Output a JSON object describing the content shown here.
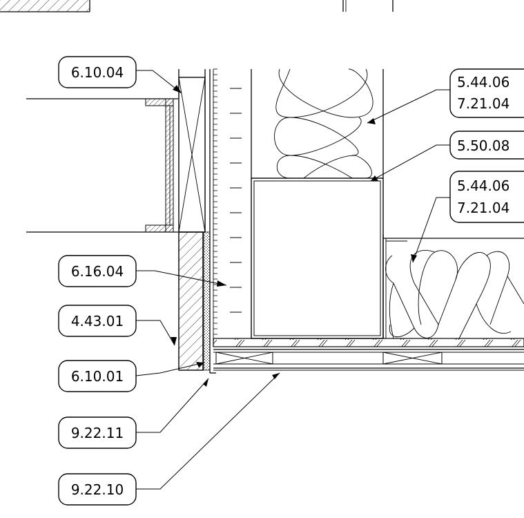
{
  "tags": {
    "t1": "6.10.04",
    "t2a": "5.44.06",
    "t2b": "7.21.04",
    "t3": "5.50.08",
    "t4a": "5.44.06",
    "t4b": "7.21.04",
    "t5": "6.16.04",
    "t6": "4.43.01",
    "t7": "6.10.01",
    "t8": "9.22.11",
    "t9": "9.22.10"
  }
}
